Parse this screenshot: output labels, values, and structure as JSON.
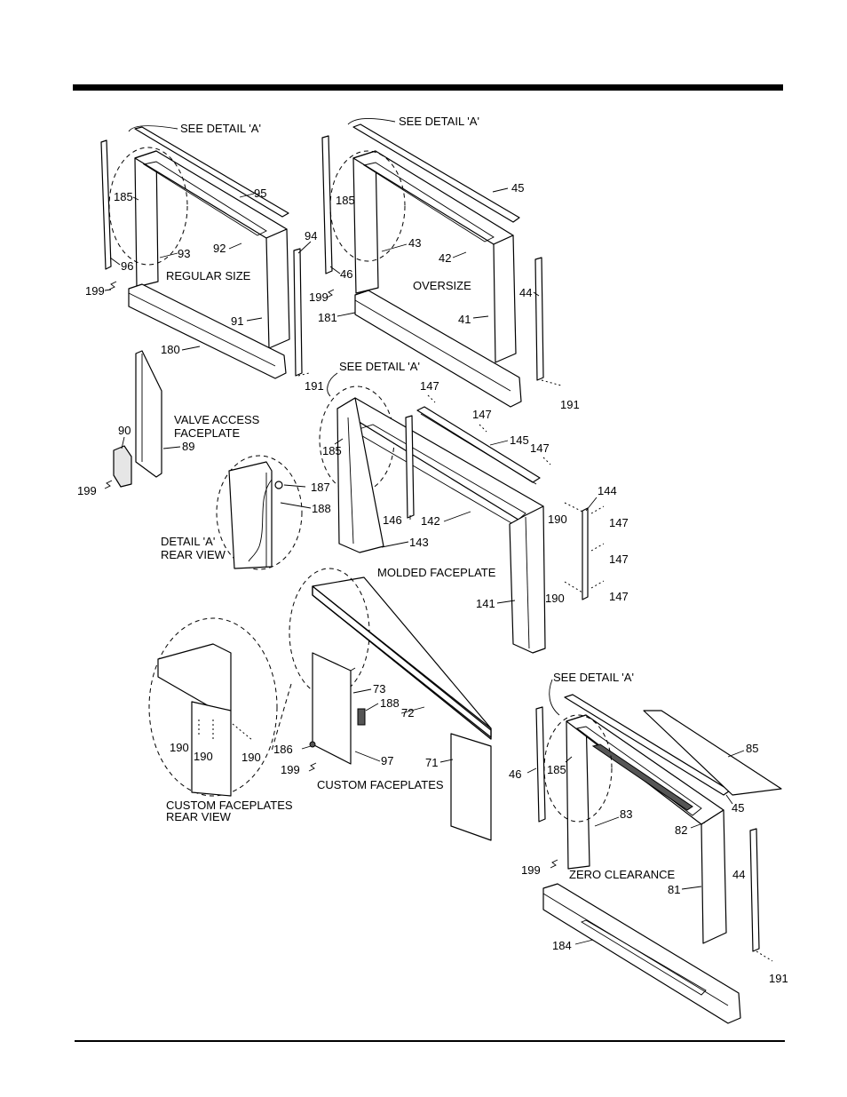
{
  "labels": {
    "see_detail_a": "SEE DETAIL 'A'",
    "regular_size": "REGULAR SIZE",
    "oversize": "OVERSIZE",
    "valve_access": "VALVE ACCESS",
    "faceplate": "FACEPLATE",
    "detail_a": "DETAIL 'A'",
    "rear_view": "REAR VIEW",
    "molded_faceplate": "MOLDED FACEPLATE",
    "custom_faceplates": "CUSTOM FACEPLATES",
    "zero_clearance": "ZERO CLEARANCE"
  },
  "parts": {
    "p41": "41",
    "p42": "42",
    "p43": "43",
    "p44": "44",
    "p45": "45",
    "p46": "46",
    "p71": "71",
    "p72": "72",
    "p73": "73",
    "p81": "81",
    "p82": "82",
    "p83": "83",
    "p85": "85",
    "p89": "89",
    "p90": "90",
    "p91": "91",
    "p92": "92",
    "p93": "93",
    "p94": "94",
    "p95": "95",
    "p96": "96",
    "p97": "97",
    "p141": "141",
    "p142": "142",
    "p143": "143",
    "p144": "144",
    "p145": "145",
    "p146": "146",
    "p147": "147",
    "p180": "180",
    "p181": "181",
    "p184": "184",
    "p185": "185",
    "p186": "186",
    "p187": "187",
    "p188": "188",
    "p190": "190",
    "p191": "191",
    "p199": "199"
  }
}
